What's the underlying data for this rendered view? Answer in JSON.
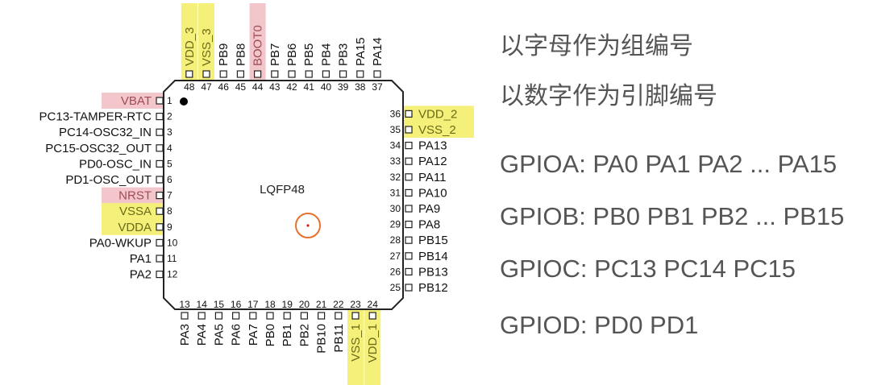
{
  "chip": {
    "package_label": "LQFP48",
    "highlight_colors": {
      "power": "#f4f07a",
      "special": "#f2c6cb"
    },
    "accent_colors": {
      "pin1_dot": "#000000",
      "marker_ring": "#e8702a",
      "marker_dot": "#d21f1f"
    },
    "left_pins": [
      {
        "num": "1",
        "name": "VBAT",
        "hl": "special"
      },
      {
        "num": "2",
        "name": "PC13-TAMPER-RTC",
        "hl": ""
      },
      {
        "num": "3",
        "name": "PC14-OSC32_IN",
        "hl": ""
      },
      {
        "num": "4",
        "name": "PC15-OSC32_OUT",
        "hl": ""
      },
      {
        "num": "5",
        "name": "PD0-OSC_IN",
        "hl": ""
      },
      {
        "num": "6",
        "name": "PD1-OSC_OUT",
        "hl": ""
      },
      {
        "num": "7",
        "name": "NRST",
        "hl": "special"
      },
      {
        "num": "8",
        "name": "VSSA",
        "hl": "power"
      },
      {
        "num": "9",
        "name": "VDDA",
        "hl": "power"
      },
      {
        "num": "10",
        "name": "PA0-WKUP",
        "hl": ""
      },
      {
        "num": "11",
        "name": "PA1",
        "hl": ""
      },
      {
        "num": "12",
        "name": "PA2",
        "hl": ""
      }
    ],
    "bottom_pins": [
      {
        "num": "13",
        "name": "PA3",
        "hl": ""
      },
      {
        "num": "14",
        "name": "PA4",
        "hl": ""
      },
      {
        "num": "15",
        "name": "PA5",
        "hl": ""
      },
      {
        "num": "16",
        "name": "PA6",
        "hl": ""
      },
      {
        "num": "17",
        "name": "PA7",
        "hl": ""
      },
      {
        "num": "18",
        "name": "PB0",
        "hl": ""
      },
      {
        "num": "19",
        "name": "PB1",
        "hl": ""
      },
      {
        "num": "20",
        "name": "PB2",
        "hl": ""
      },
      {
        "num": "21",
        "name": "PB10",
        "hl": ""
      },
      {
        "num": "22",
        "name": "PB11",
        "hl": ""
      },
      {
        "num": "23",
        "name": "VSS_1",
        "hl": "power"
      },
      {
        "num": "24",
        "name": "VDD_1",
        "hl": "power"
      }
    ],
    "right_pins": [
      {
        "num": "25",
        "name": "PB12",
        "hl": ""
      },
      {
        "num": "26",
        "name": "PB13",
        "hl": ""
      },
      {
        "num": "27",
        "name": "PB14",
        "hl": ""
      },
      {
        "num": "28",
        "name": "PB15",
        "hl": ""
      },
      {
        "num": "29",
        "name": "PA8",
        "hl": ""
      },
      {
        "num": "30",
        "name": "PA9",
        "hl": ""
      },
      {
        "num": "31",
        "name": "PA10",
        "hl": ""
      },
      {
        "num": "32",
        "name": "PA11",
        "hl": ""
      },
      {
        "num": "33",
        "name": "PA12",
        "hl": ""
      },
      {
        "num": "34",
        "name": "PA13",
        "hl": ""
      },
      {
        "num": "35",
        "name": "VSS_2",
        "hl": "power"
      },
      {
        "num": "36",
        "name": "VDD_2",
        "hl": "power"
      }
    ],
    "top_pins": [
      {
        "num": "37",
        "name": "PA14",
        "hl": ""
      },
      {
        "num": "38",
        "name": "PA15",
        "hl": ""
      },
      {
        "num": "39",
        "name": "PB3",
        "hl": ""
      },
      {
        "num": "40",
        "name": "PB4",
        "hl": ""
      },
      {
        "num": "41",
        "name": "PB5",
        "hl": ""
      },
      {
        "num": "42",
        "name": "PB6",
        "hl": ""
      },
      {
        "num": "43",
        "name": "PB7",
        "hl": ""
      },
      {
        "num": "44",
        "name": "BOOT0",
        "hl": "special"
      },
      {
        "num": "45",
        "name": "PB8",
        "hl": ""
      },
      {
        "num": "46",
        "name": "PB9",
        "hl": ""
      },
      {
        "num": "47",
        "name": "VSS_3",
        "hl": "power"
      },
      {
        "num": "48",
        "name": "VDD_3",
        "hl": "power"
      }
    ]
  },
  "notes": {
    "group_by_letter": "以字母作为组编号",
    "pin_by_number": "以数字作为引脚编号",
    "gpioa": "GPIOA: PA0 PA1 PA2 ... PA15",
    "gpiob": "GPIOB: PB0 PB1 PB2 ... PB15",
    "gpioc": "GPIOC: PC13 PC14 PC15",
    "gpiod": "GPIOD: PD0 PD1"
  }
}
